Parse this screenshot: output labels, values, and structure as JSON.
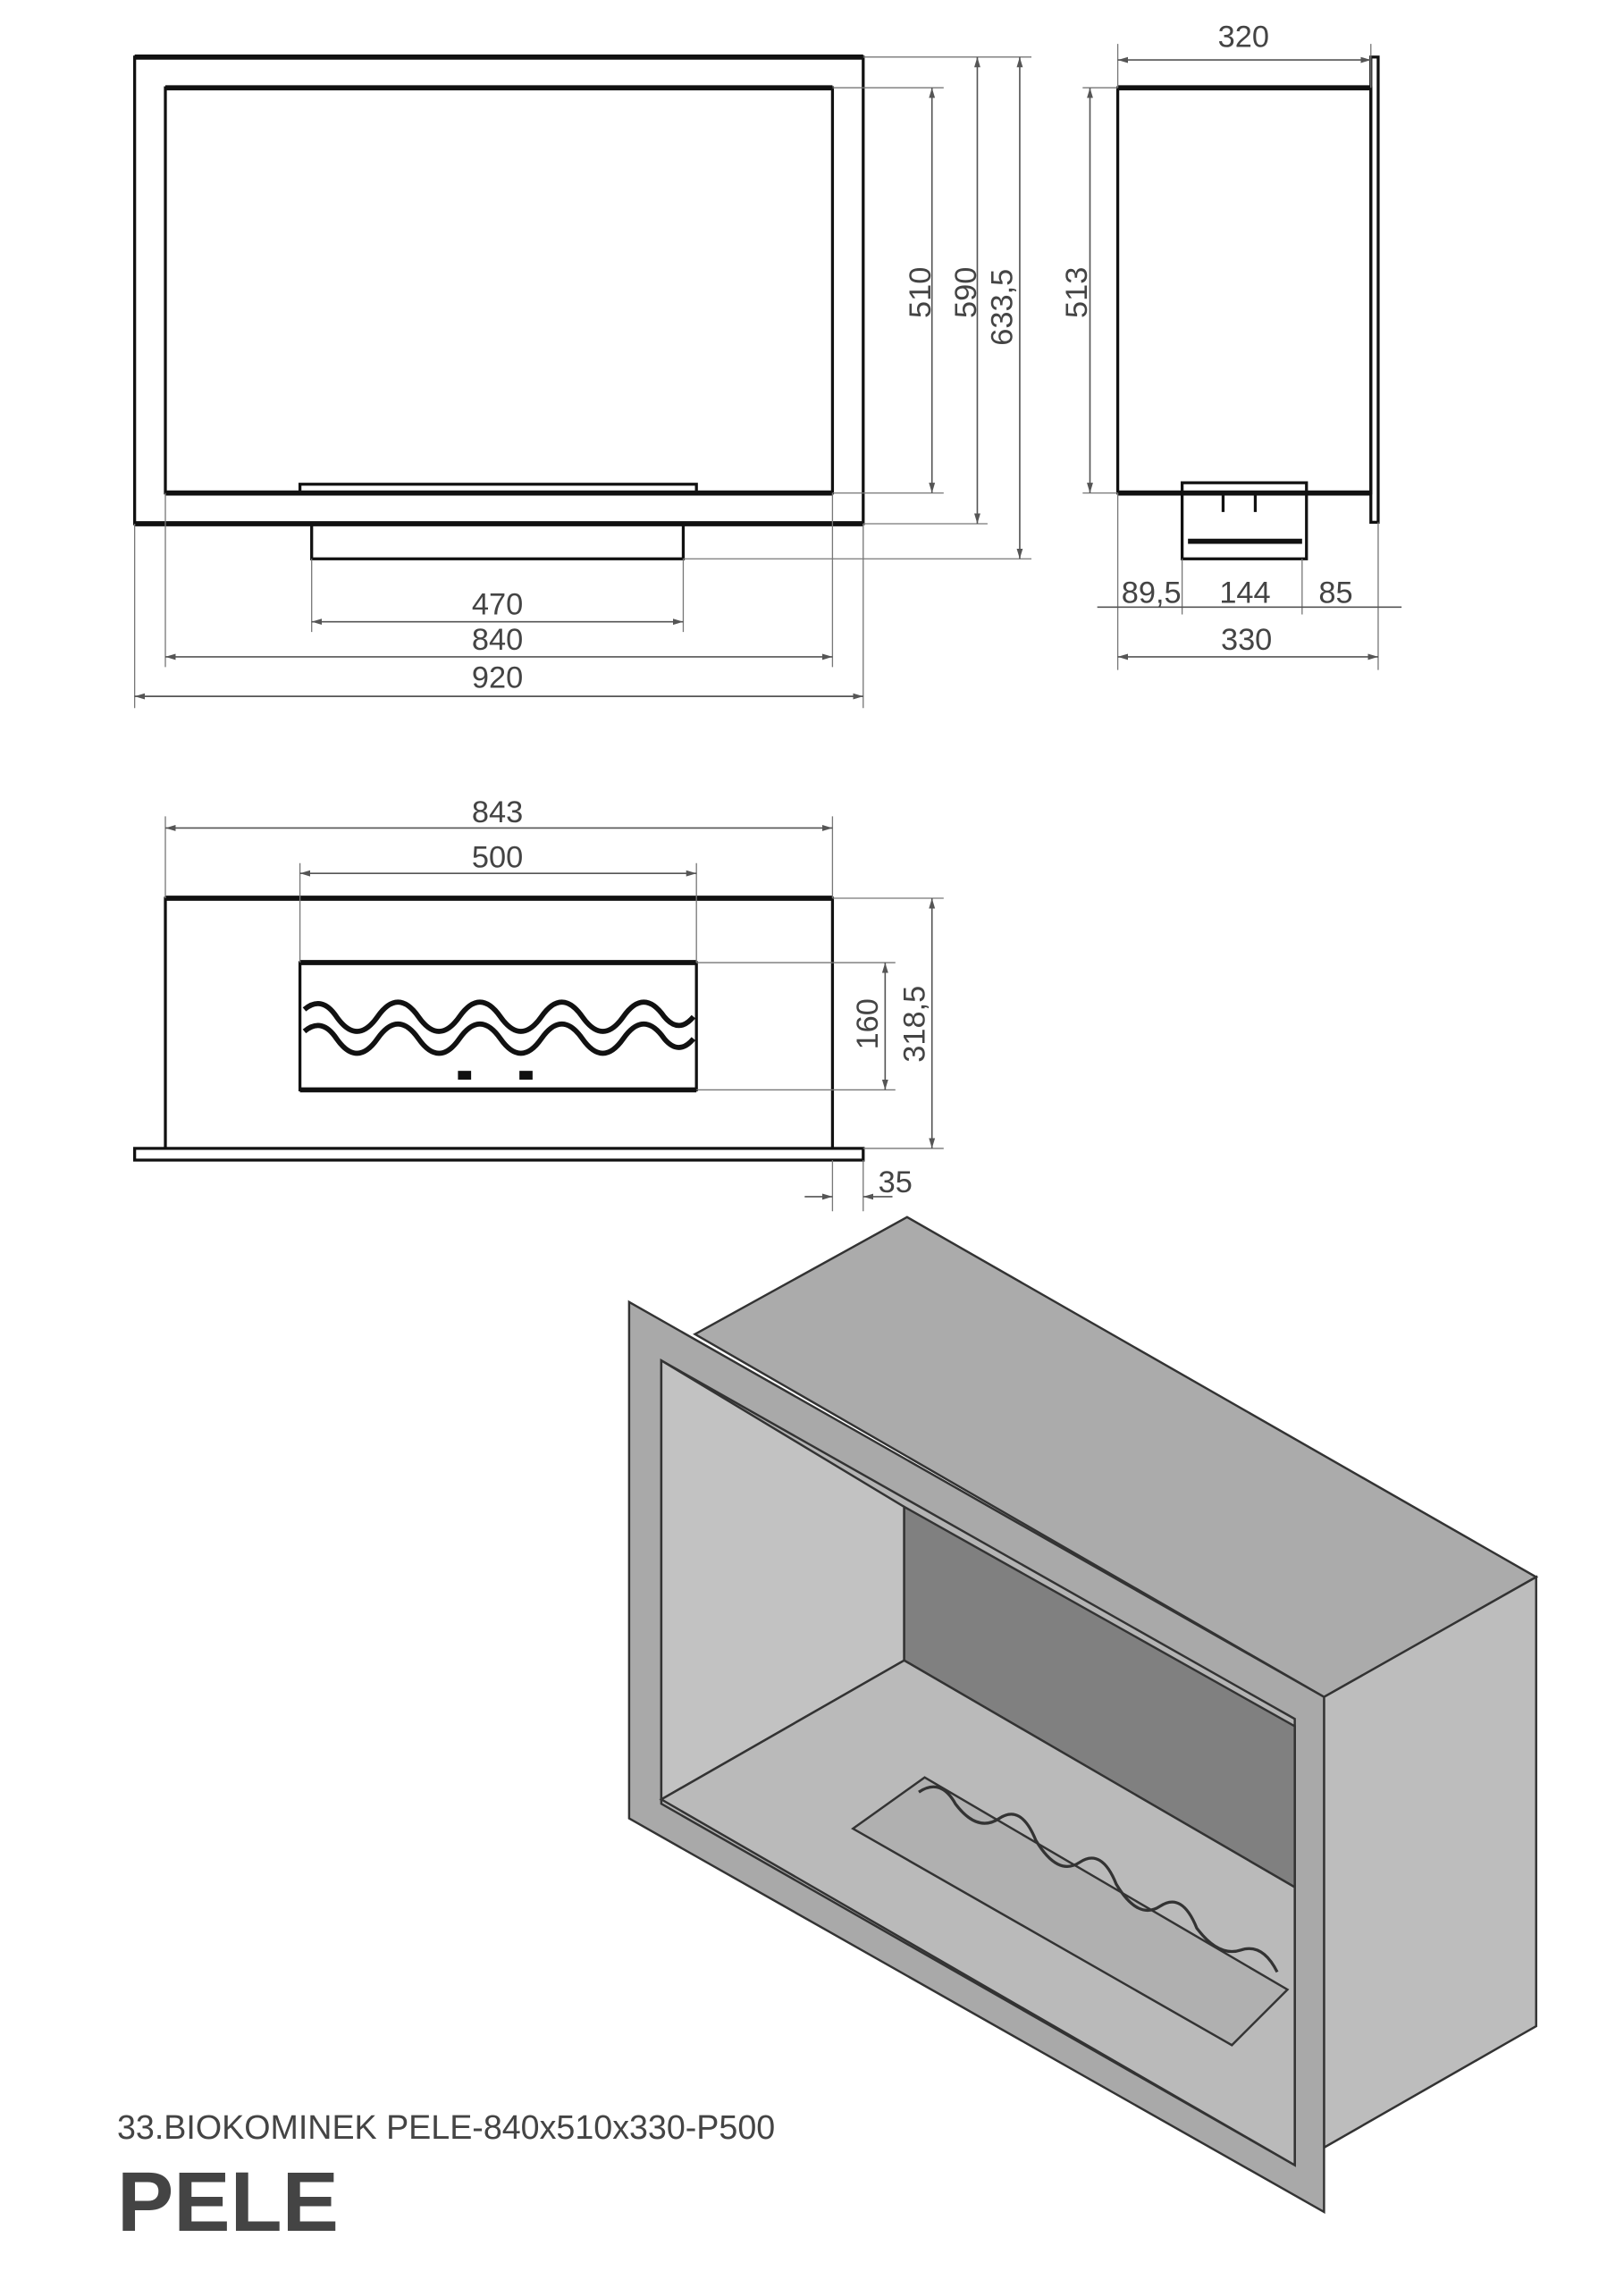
{
  "front_view": {
    "dims": {
      "inner_height": "510",
      "frame_height": "590",
      "total_height": "633,5",
      "burner_width": "470",
      "inner_width": "840",
      "frame_width": "920"
    }
  },
  "side_view": {
    "dims": {
      "depth_top": "320",
      "height": "513",
      "offset_front": "89,5",
      "burner_depth": "144",
      "offset_back": "85",
      "depth_total": "330"
    }
  },
  "top_view": {
    "dims": {
      "body_width": "843",
      "burner_width": "500",
      "burner_depth": "160",
      "body_depth": "318,5",
      "flange": "35"
    }
  },
  "caption": "33.BIOKOMINEK PELE-840x510x330-P500",
  "brand": "PELE",
  "colors": {
    "line": "#111111",
    "dimension": "#555555",
    "render_frame": "#a9a9a9",
    "render_back": "#808080",
    "render_side": "#c0c0c0"
  }
}
